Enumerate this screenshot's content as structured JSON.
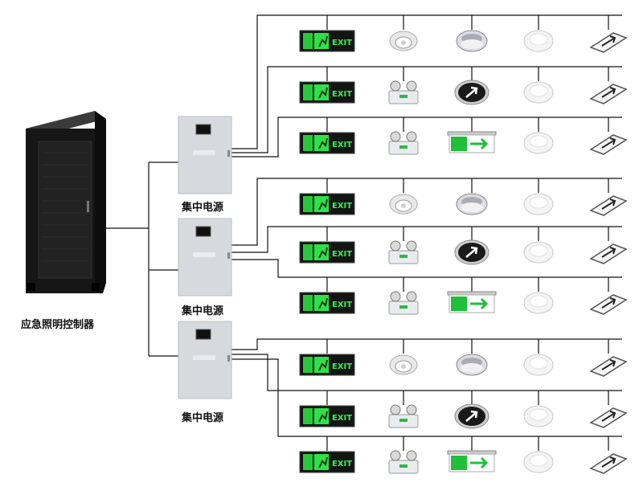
{
  "controller": {
    "label": "应急照明控制器"
  },
  "power_units": [
    {
      "label": "集中电源"
    },
    {
      "label": "集中电源"
    },
    {
      "label": "集中电源"
    }
  ],
  "exit_sign_text": "EXIT",
  "colors": {
    "wire": "#111111",
    "exit_green": "#1fcf3a",
    "cabinet": "#1b1b1b",
    "psu_body": "#cfd3d8"
  },
  "fixture_rows": [
    [
      "exit-sign-icon",
      "downlight-icon",
      "ceiling-light-icon",
      "round-light-icon",
      "floor-arrow-icon"
    ],
    [
      "exit-sign-icon",
      "twin-head-emergency-light-icon",
      "arrow-disc-sign-icon",
      "round-light-icon",
      "floor-arrow-icon"
    ],
    [
      "exit-sign-icon",
      "twin-head-emergency-light-icon",
      "hanging-exit-sign-icon",
      "round-light-icon",
      "floor-arrow-icon"
    ],
    [
      "exit-sign-icon",
      "downlight-icon",
      "ceiling-light-icon",
      "round-light-icon",
      "floor-arrow-icon"
    ],
    [
      "exit-sign-icon",
      "twin-head-emergency-light-icon",
      "arrow-disc-sign-icon",
      "round-light-icon",
      "floor-arrow-icon"
    ],
    [
      "exit-sign-icon",
      "twin-head-emergency-light-icon",
      "hanging-exit-sign-icon",
      "round-light-icon",
      "floor-arrow-icon"
    ],
    [
      "exit-sign-icon",
      "downlight-icon",
      "ceiling-light-icon",
      "round-light-icon",
      "floor-arrow-icon"
    ],
    [
      "exit-sign-icon",
      "twin-head-emergency-light-icon",
      "arrow-disc-sign-icon",
      "round-light-icon",
      "floor-arrow-icon"
    ],
    [
      "exit-sign-icon",
      "twin-head-emergency-light-icon",
      "hanging-exit-sign-icon",
      "round-light-icon",
      "floor-arrow-icon"
    ]
  ]
}
